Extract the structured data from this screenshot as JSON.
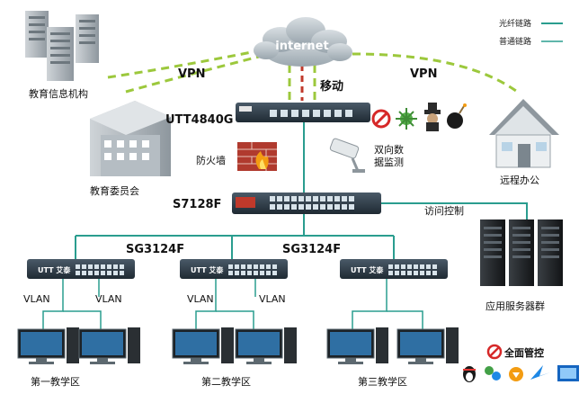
{
  "legend": {
    "fiber": "光纤链路",
    "normal": "普通链路",
    "fiber_color": "#2a9d8f",
    "normal_color": "#2a9d8f"
  },
  "cloud_label": "internet",
  "vpn_left": "VPN",
  "vpn_right": "VPN",
  "mobile_label": "移动",
  "core_router": "UTT4840G",
  "core_switch": "S7128F",
  "access_switch_a": "SG3124F",
  "access_switch_b": "SG3124F",
  "firewall_label": "防火墙",
  "monitor_label_1": "双向数",
  "monitor_label_2": "据监测",
  "access_control": "访问控制",
  "servers_label": "应用服务器群",
  "edu_org": "教育信息机构",
  "edu_committee": "教育委员会",
  "remote_office": "远程办公",
  "vlan": "VLAN",
  "zones": [
    "第一教学区",
    "第二教学区",
    "第三教学区"
  ],
  "full_control": "全面管控",
  "switch_brand": "UTT 艾泰",
  "colors": {
    "link": "#2a9d8f",
    "dashed": "#9cc83c",
    "red_link": "#c0392b",
    "device": "#2c3e50",
    "cloud": "#b8c4cc"
  }
}
